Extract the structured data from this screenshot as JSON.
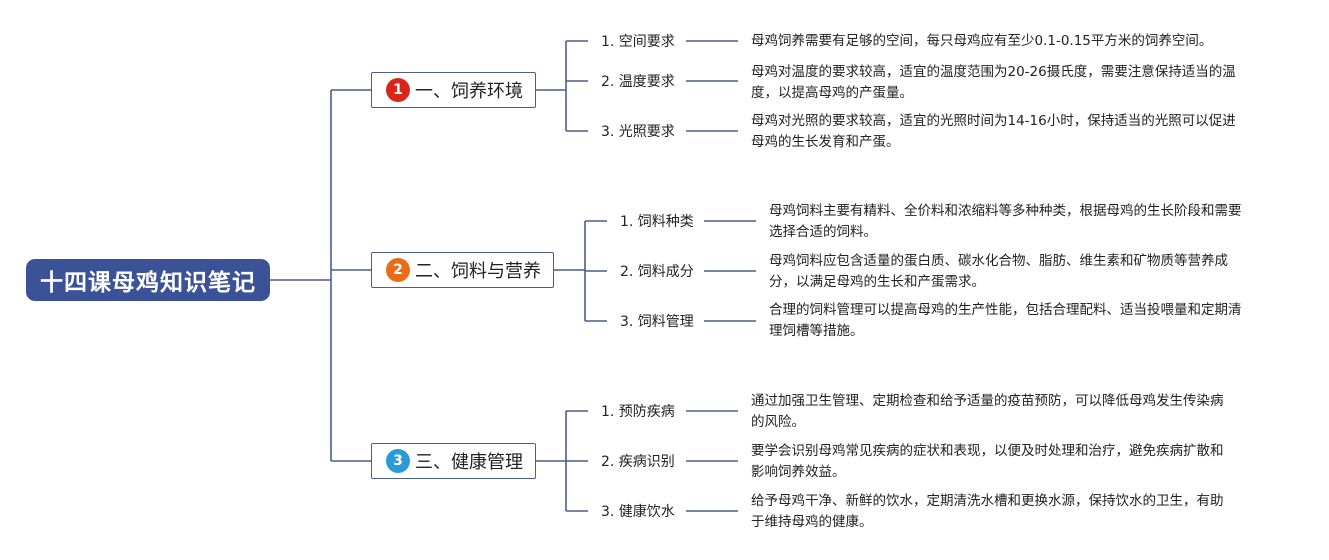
{
  "root": {
    "label": "十四课母鸡知识笔记"
  },
  "colors": {
    "root_fill": "#3b5298",
    "line": "#4a5f8c",
    "badge_red": "#d8261c",
    "badge_orange": "#ea6c18",
    "badge_blue": "#2b9ad9"
  },
  "branches": [
    {
      "number": "1",
      "label": "一、饲养环境",
      "badge_color": "#d8261c",
      "topics": [
        {
          "label": "1. 空间要求",
          "note": "母鸡饲养需要有足够的空间，每只母鸡应有至少0.1-0.15平方米的饲养空间。"
        },
        {
          "label": "2. 温度要求",
          "note": "母鸡对温度的要求较高，适宜的温度范围为20-26摄氏度，需要注意保持适当的温\n度，以提高母鸡的产蛋量。"
        },
        {
          "label": "3. 光照要求",
          "note": "母鸡对光照的要求较高，适宜的光照时间为14-16小时，保持适当的光照可以促进\n母鸡的生长发育和产蛋。"
        }
      ]
    },
    {
      "number": "2",
      "label": "二、饲料与营养",
      "badge_color": "#ea6c18",
      "topics": [
        {
          "label": "1. 饲料种类",
          "note": "母鸡饲料主要有精料、全价料和浓缩料等多种种类，根据母鸡的生长阶段和需要\n选择合适的饲料。"
        },
        {
          "label": "2. 饲料成分",
          "note": "母鸡饲料应包含适量的蛋白质、碳水化合物、脂肪、维生素和矿物质等营养成\n分，以满足母鸡的生长和产蛋需求。"
        },
        {
          "label": "3. 饲料管理",
          "note": "合理的饲料管理可以提高母鸡的生产性能，包括合理配料、适当投喂量和定期清\n理饲槽等措施。"
        }
      ]
    },
    {
      "number": "3",
      "label": "三、健康管理",
      "badge_color": "#2b9ad9",
      "topics": [
        {
          "label": "1. 预防疾病",
          "note": "通过加强卫生管理、定期检查和给予适量的疫苗预防，可以降低母鸡发生传染病\n的风险。"
        },
        {
          "label": "2. 疾病识别",
          "note": "要学会识别母鸡常见疾病的症状和表现，以便及时处理和治疗，避免疾病扩散和\n影响饲养效益。"
        },
        {
          "label": "3. 健康饮水",
          "note": "给予母鸡干净、新鲜的饮水，定期清洗水槽和更换水源，保持饮水的卫生，有助\n于维持母鸡的健康。"
        }
      ]
    }
  ]
}
